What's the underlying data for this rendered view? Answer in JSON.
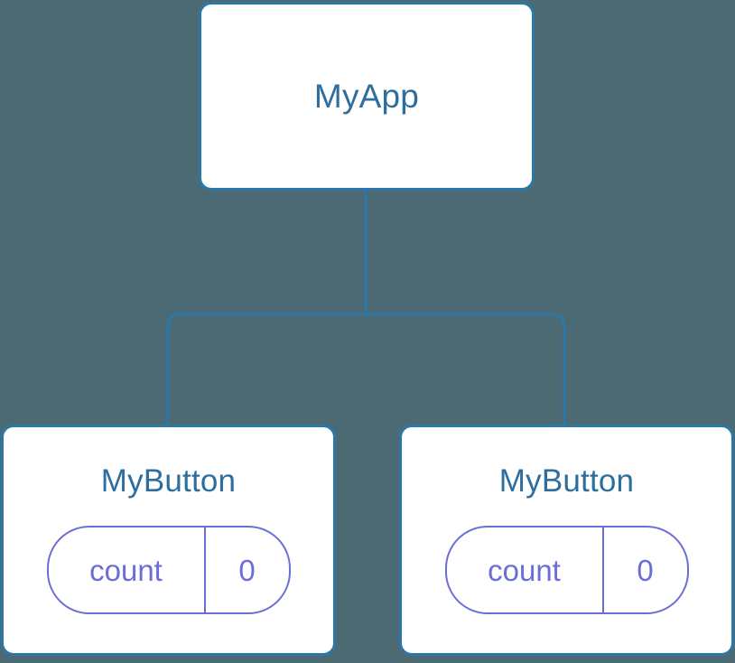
{
  "diagram": {
    "type": "component-tree",
    "background_color": "#4c6a73",
    "node_border_color": "#2b78a8",
    "node_fill_color": "#ffffff",
    "title_color": "#2d6e9e",
    "edge_color": "#2b78a8",
    "pill_color": "#6b6ed6"
  },
  "root": {
    "title": "MyApp"
  },
  "children": [
    {
      "title": "MyButton",
      "state": {
        "key": "count",
        "value": "0"
      }
    },
    {
      "title": "MyButton",
      "state": {
        "key": "count",
        "value": "0"
      }
    }
  ]
}
